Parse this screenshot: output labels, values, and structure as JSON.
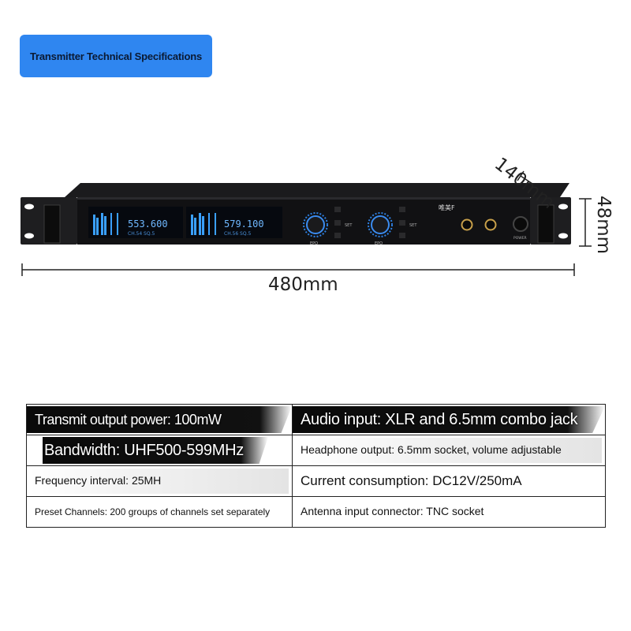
{
  "header": {
    "badge_label": "Transmitter Technical Specifications"
  },
  "dimensions": {
    "width": "480mm",
    "depth": "140mm",
    "height": "48mm"
  },
  "device": {
    "display_left_freq": "553.600",
    "display_left_sub": "CH.54  SQ.5",
    "display_right_freq": "579.100",
    "display_right_sub": "CH.56  SQ.5",
    "knob_label": "EPO",
    "set_label": "SET",
    "brand": "唯美F",
    "power_label": "POWER"
  },
  "specs": [
    {
      "left": "Transmit output power: 100mW",
      "right": "Audio input: XLR and 6.5mm combo jack"
    },
    {
      "left": "Bandwidth: UHF500-599MHz",
      "right": "Headphone output: 6.5mm socket, volume adjustable"
    },
    {
      "left": "Frequency interval: 25MH",
      "right": "Current consumption: DC12V/250mA"
    },
    {
      "left": "Preset Channels: 200 groups of channels set separately",
      "right": "Antenna input connector: TNC socket"
    }
  ]
}
